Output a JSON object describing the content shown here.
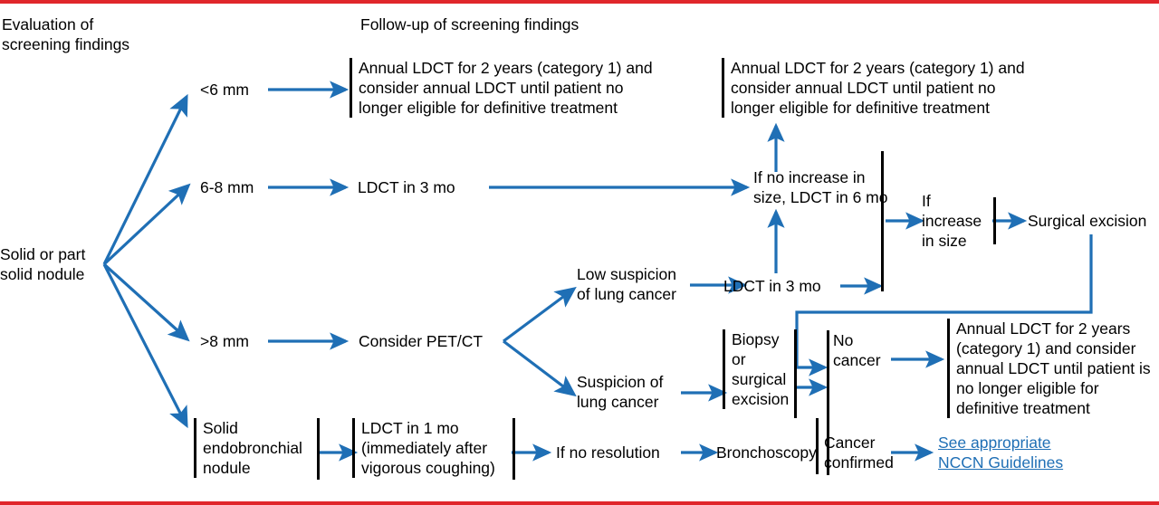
{
  "figure": {
    "type": "clinical-algorithm-flowchart",
    "accent_blue": "#1f6fb5",
    "rule_red": "#e0262b",
    "bar_black": "#000000"
  },
  "headers": {
    "left": "Evaluation of\nscreening findings",
    "right": "Follow-up of screening findings"
  },
  "nodes": {
    "root": "Solid or part\nsolid nodule",
    "size_lt6": "<6 mm",
    "size_6_8": "6-8 mm",
    "size_gt8": ">8 mm",
    "annual_top": "Annual LDCT for 2 years (category 1) and\nconsider annual LDCT until patient no\nlonger eligible for definitive treatment",
    "annual_top2": "Annual LDCT for 2 years (category 1) and\nconsider annual LDCT until patient no\nlonger eligible for definitive treatment",
    "ldct_3mo_a": "LDCT in 3 mo",
    "no_increase": "If no increase in\nsize, LDCT in 6 mo",
    "if_increase": "If\nincrease\nin size",
    "surgical_excision": "Surgical excision",
    "consider_petct": "Consider PET/CT",
    "low_suspicion": "Low suspicion\nof lung cancer",
    "suspicion": "Suspicion of\nlung cancer",
    "ldct_3mo_b": "LDCT in 3 mo",
    "biopsy": "Biopsy\nor\nsurgical\nexcision",
    "no_cancer": "No\ncancer",
    "annual_right": "Annual LDCT for 2 years\n(category 1) and consider\nannual LDCT until patient is\nno longer eligible for\ndefinitive treatment",
    "solid_endo": "Solid\nendobronchial\nnodule",
    "ldct_1mo": "LDCT in 1 mo\n(immediately after\nvigorous coughing)",
    "if_no_resolution": "If no resolution",
    "bronchoscopy": "Bronchoscopy",
    "cancer_confirmed": "Cancer\nconfirmed",
    "nccn_link": "See appropriate\nNCCN Guidelines"
  }
}
